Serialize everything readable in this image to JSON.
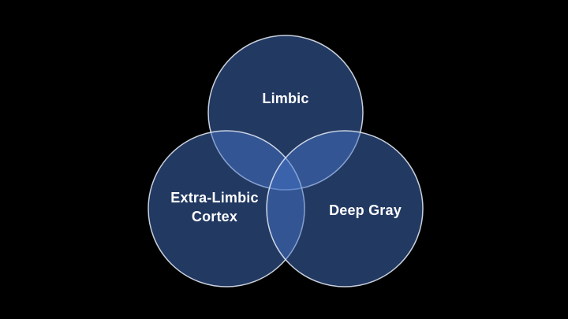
{
  "slide": {
    "background_color": "#000000"
  },
  "diagram": {
    "type": "venn",
    "circle_count": 3,
    "colors": {
      "circle_fill": "#4472C4",
      "circle_fill_opacity": "0.5",
      "circle_stroke": "#E9EEF8",
      "circle_stroke_opacity": "0.85",
      "label_color": "#FFFFFF"
    },
    "circles": [
      {
        "id": "limbic",
        "label": "Limbic"
      },
      {
        "id": "extra-limbic-cortex",
        "label": "Extra-Limbic Cortex"
      },
      {
        "id": "deep-gray",
        "label": "Deep Gray"
      }
    ]
  }
}
